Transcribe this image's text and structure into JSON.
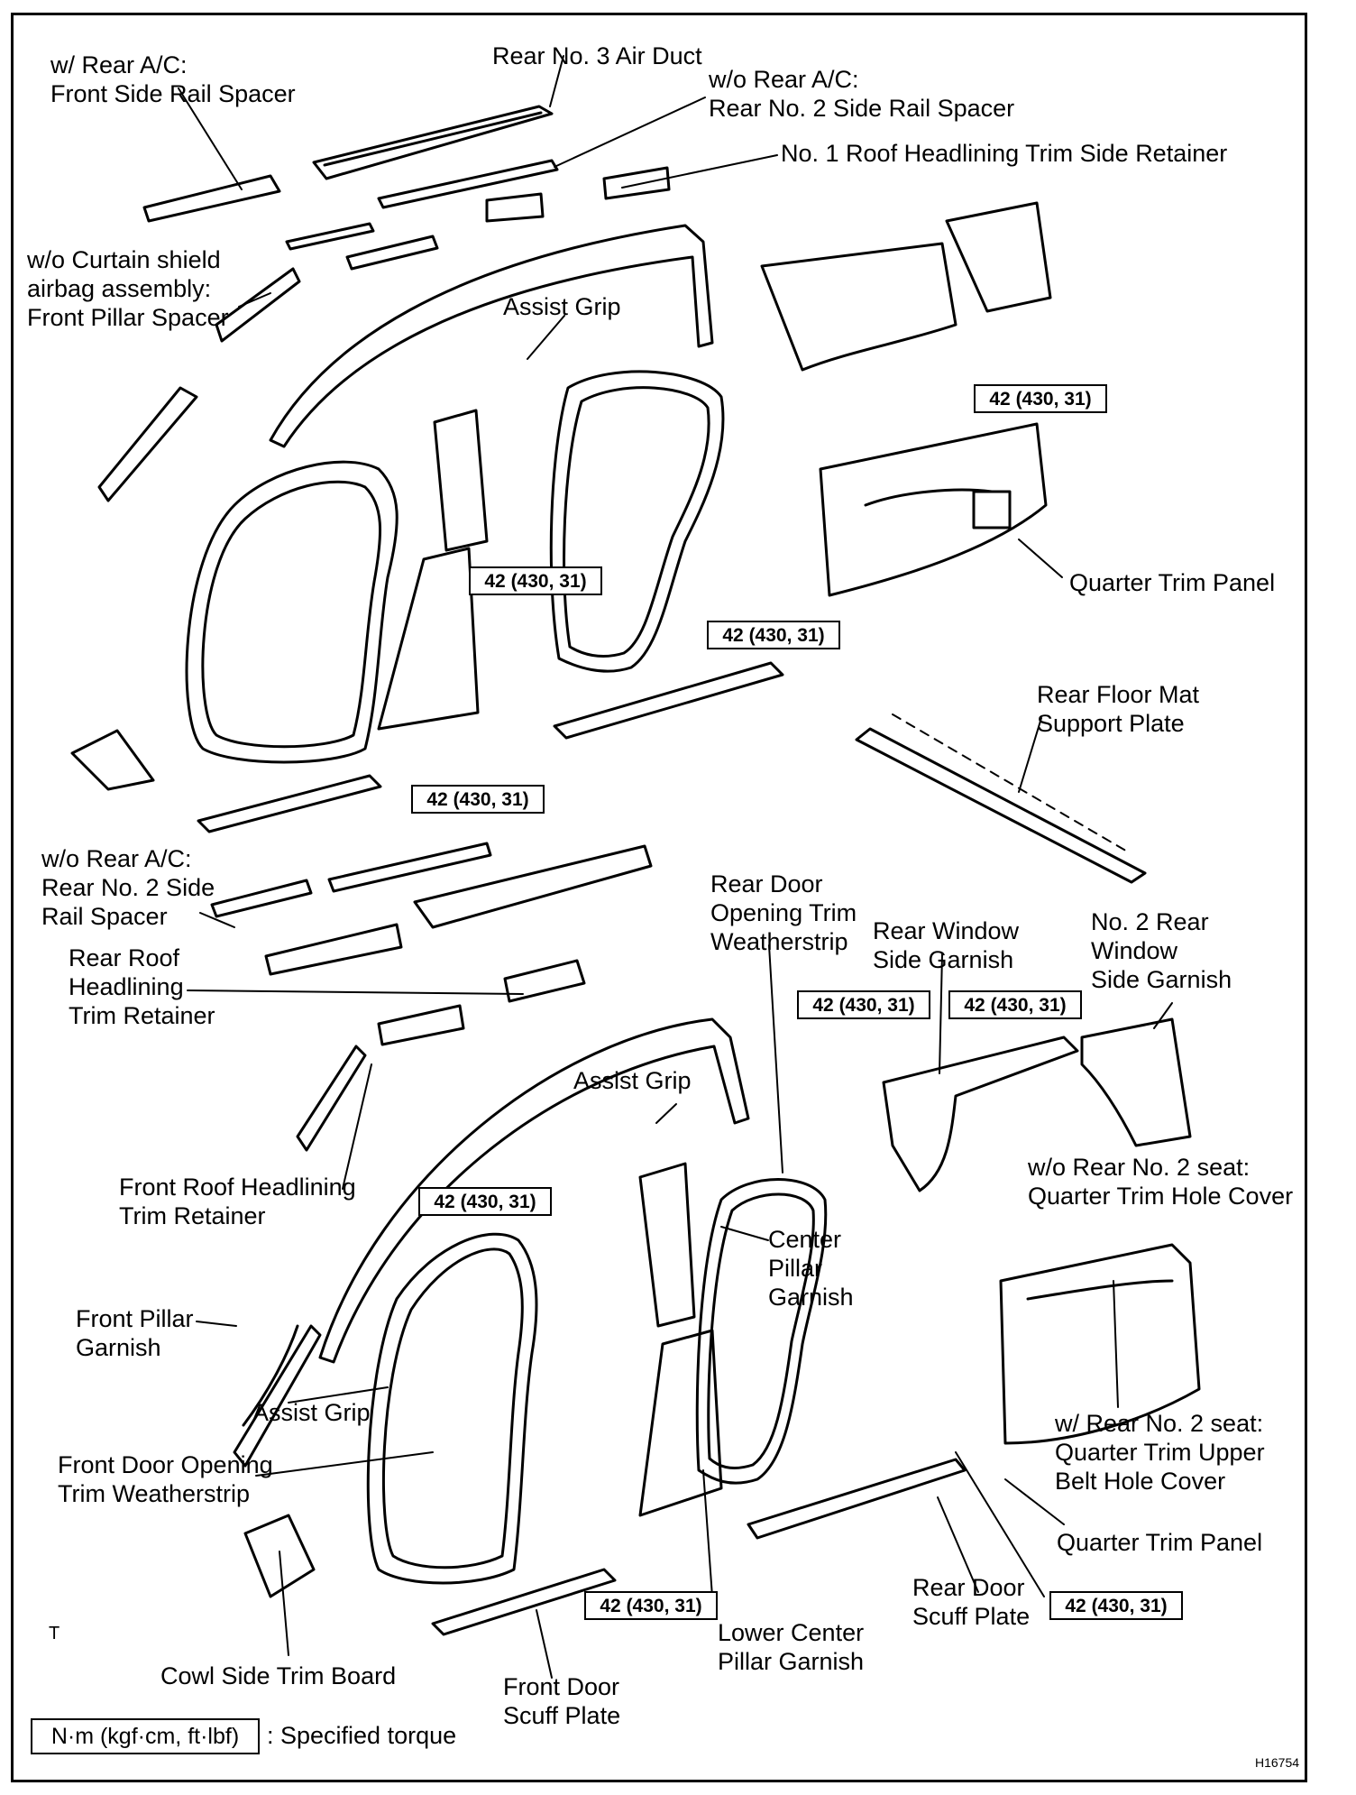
{
  "labels": {
    "rear_ac_front_side_rail_spacer": "w/ Rear A/C:\nFront Side Rail Spacer",
    "rear_no3_air_duct": "Rear No. 3 Air Duct",
    "wo_rear_ac_rear_no2_side_rail_spacer_top": "w/o Rear A/C:\nRear No. 2 Side Rail Spacer",
    "no1_roof_headlining_trim_side_retainer": "No. 1 Roof Headlining Trim Side Retainer",
    "wo_curtain_shield_front_pillar_spacer": "w/o Curtain shield\nairbag assembly:\nFront Pillar Spacer",
    "assist_grip_top": "Assist Grip",
    "quarter_trim_panel_top": "Quarter Trim Panel",
    "rear_floor_mat_support_plate": "Rear Floor Mat\nSupport Plate",
    "wo_rear_ac_rear_no2_side_rail_spacer_mid": "w/o Rear A/C:\nRear No. 2 Side\nRail Spacer",
    "rear_door_opening_trim_weatherstrip": "Rear Door\nOpening Trim\nWeatherstrip",
    "rear_window_side_garnish": "Rear Window\nSide Garnish",
    "no2_rear_window_side_garnish": "No. 2 Rear\nWindow\nSide Garnish",
    "rear_roof_headlining_trim_retainer": "Rear Roof\nHeadlining\nTrim Retainer",
    "assist_grip_mid": "Assist Grip",
    "front_roof_headlining_trim_retainer": "Front Roof Headlining\nTrim Retainer",
    "wo_rear_no2_seat_quarter_trim_hole_cover": "w/o Rear No. 2 seat:\nQuarter Trim Hole Cover",
    "center_pillar_garnish": "Center\nPillar\nGarnish",
    "front_pillar_garnish": "Front Pillar\nGarnish",
    "assist_grip_bottom": "Assist Grip",
    "w_rear_no2_seat_quarter_trim_upper_belt_hole_cover": "w/ Rear No. 2 seat:\nQuarter Trim Upper\nBelt Hole Cover",
    "front_door_opening_trim_weatherstrip": "Front Door Opening\nTrim Weatherstrip",
    "quarter_trim_panel_bottom": "Quarter Trim Panel",
    "rear_door_scuff_plate": "Rear Door\nScuff Plate",
    "lower_center_pillar_garnish": "Lower Center\nPillar Garnish",
    "cowl_side_trim_board": "Cowl Side Trim Board",
    "front_door_scuff_plate": "Front Door\nScuff Plate"
  },
  "torque": {
    "value": "42 (430, 31)"
  },
  "legend": {
    "unit_box": "N·m (kgf·cm, ft·lbf)",
    "text": ": Specified torque"
  },
  "corner_mark": "T",
  "figure_id": "H16754"
}
